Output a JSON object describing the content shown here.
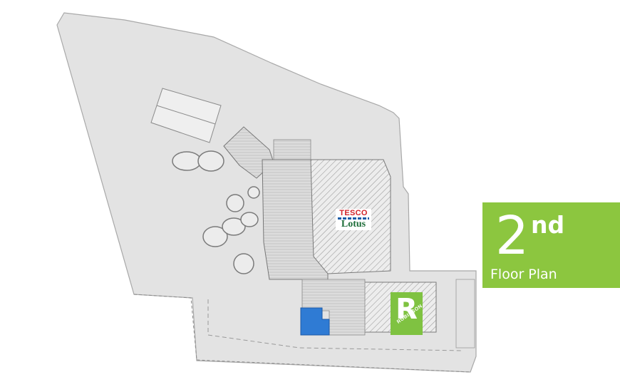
{
  "badge": {
    "number": "2",
    "superscript": "nd",
    "label": "Floor Plan"
  },
  "logos": {
    "tesco_top": "TESCO",
    "tesco_bottom": "Lotus",
    "robinson_mark": "R",
    "robinson_word": "ROBINSON"
  },
  "colors": {
    "accent": "#8cc63f",
    "site_fill": "#e3e3e3",
    "highlight_unit": "#2f7bd4",
    "robinson": "#7fc241"
  }
}
